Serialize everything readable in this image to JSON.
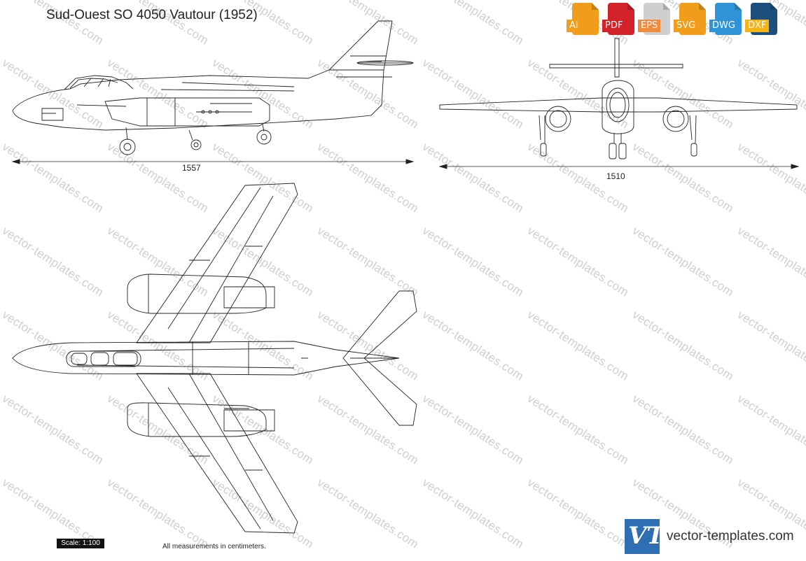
{
  "title": "Sud-Ouest SO 4050 Vautour (1952)",
  "formats": [
    {
      "label": "Ai",
      "color": "#f19d1c",
      "icon": "ai-file-icon"
    },
    {
      "label": "PDF",
      "color": "#d2232a",
      "icon": "pdf-file-icon"
    },
    {
      "label": "EPS",
      "color": "#c8c8c8",
      "icon": "eps-file-icon"
    },
    {
      "label": "SVG",
      "color": "#f19d1c",
      "icon": "svg-file-icon"
    },
    {
      "label": "DWG",
      "color": "#2f93d8",
      "icon": "dwg-file-icon"
    },
    {
      "label": "DXF",
      "color": "#1d4f7c",
      "icon": "dxf-file-icon"
    }
  ],
  "dimensions": {
    "length": "1557",
    "span": "1510"
  },
  "scale": "Scale: 1:100",
  "note": "All measurements in centimeters.",
  "brand": {
    "logo_text": "VT",
    "name": "vector-templates.com"
  },
  "watermark_text": "vector-templates.com"
}
